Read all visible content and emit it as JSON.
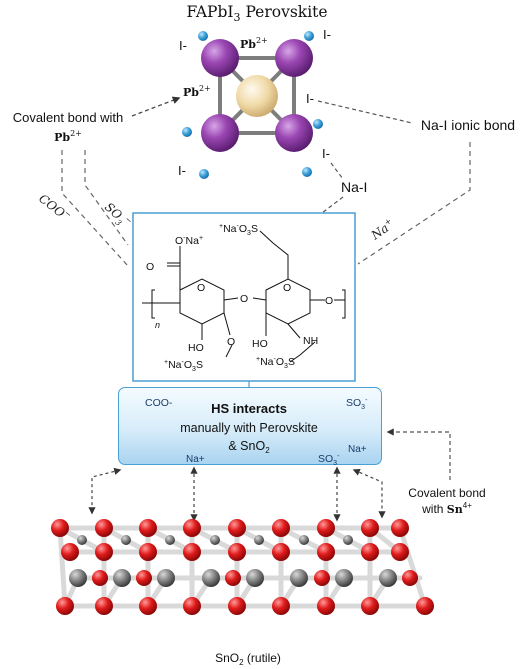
{
  "title": {
    "main": "FAPbI",
    "sub": "3",
    "suffix": " Perovskite"
  },
  "ions": {
    "pb": "Pb",
    "pb_charge": "2+",
    "iodide": "I",
    "iodide_charge": "-"
  },
  "labels": {
    "covalent_pb_line1": "Covalent bond with",
    "covalent_pb_line2": "Pb",
    "covalent_pb_charge": "2+",
    "nai_ionic": "Na-I ionic bond",
    "nai": "Na-I",
    "coo": "COO",
    "coo_charge": "−",
    "so3": "SO",
    "so3_sub": "3",
    "so3_charge": "−",
    "na_plus": "Na",
    "na_plus_charge": "+",
    "covalent_sn_line1": "Covalent bond",
    "covalent_sn_line2": "with",
    "covalent_sn_ion": "Sn",
    "covalent_sn_charge": "4+",
    "sno2": "SnO",
    "sno2_sub": "2",
    "sno2_suffix": " (rutile)"
  },
  "molecule": {
    "o_na_top": "O",
    "o_na_top_sup": "-",
    "o_na_top_na": "Na",
    "o_na_top_na_sup": "+",
    "na_o3s_top": "Na",
    "o3s_top": "O",
    "o3s_top_sub": "3",
    "s_letter": "S",
    "o_letter": "O",
    "ho": "HO",
    "nh": "NH",
    "n": "n"
  },
  "hs_box": {
    "coo": "COO-",
    "so3_left": "SO",
    "so3_left_sub": "3",
    "so3_left_sup": "-",
    "line1": "HS interacts",
    "line2": "manually with Perovskite",
    "line3": "& SnO",
    "line3_sub": "2",
    "na_left": "Na+",
    "na_right": "Na+",
    "so3_bottom": "SO",
    "so3_bottom_sub": "3",
    "so3_bottom_sup": "-"
  },
  "colors": {
    "pb": "#8e3fa3",
    "iodide": "#3aa0d8",
    "center": "#f0d9a6",
    "oxygen": "#d91f1f",
    "tin": "#7a7a7a",
    "box_border": "#4a9fd4",
    "dash": "#666666"
  }
}
